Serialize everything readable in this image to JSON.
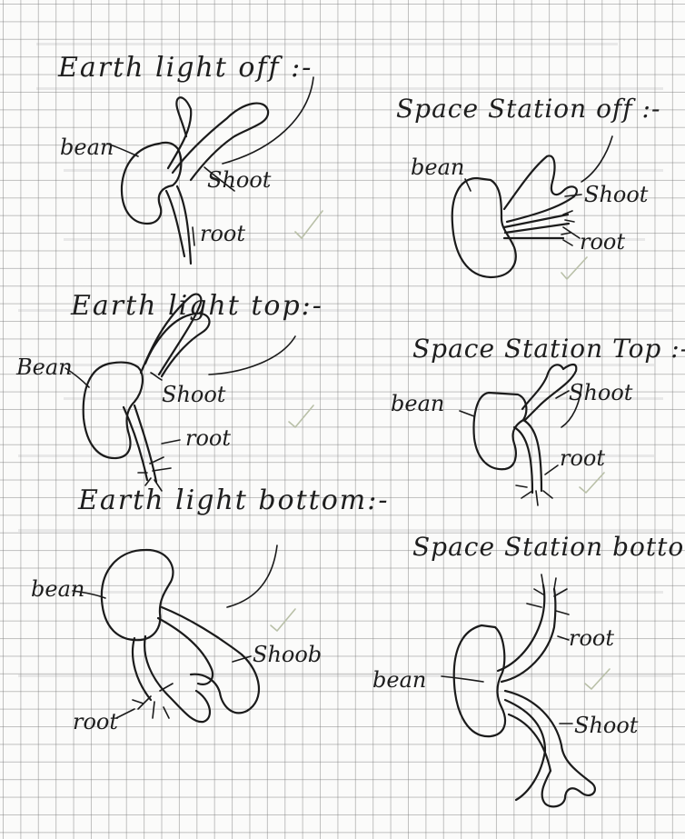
{
  "panels": [
    {
      "title": "Earth light off :-",
      "bean": "bean",
      "shoot": "Shoot",
      "root": "root"
    },
    {
      "title": "Space Station off :-",
      "bean": "bean",
      "shoot": "Shoot",
      "root": "root"
    },
    {
      "title": "Earth light top:-",
      "bean": "Bean",
      "shoot": "Shoot",
      "root": "root"
    },
    {
      "title": "Space Station Top :-",
      "bean": "bean",
      "shoot": "Shoot",
      "root": "root"
    },
    {
      "title": "Earth light bottom:-",
      "bean": "bean",
      "shoot": "Shoob",
      "root": "root"
    },
    {
      "title": "Space Station botto",
      "bean": "bean",
      "shoot": "Shoot",
      "root": "root"
    }
  ]
}
